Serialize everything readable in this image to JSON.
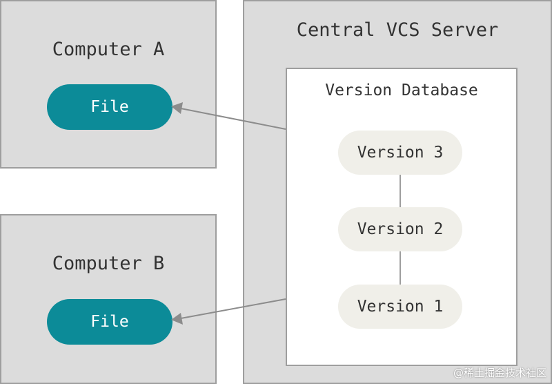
{
  "computer_a": {
    "title": "Computer A",
    "file_label": "File"
  },
  "computer_b": {
    "title": "Computer B",
    "file_label": "File"
  },
  "server": {
    "title": "Central VCS Server",
    "database": {
      "title": "Version Database",
      "versions": [
        "Version 3",
        "Version 2",
        "Version 1"
      ]
    }
  },
  "watermark": "@稀土掘金技术社区",
  "colors": {
    "panel_bg": "#dcdcdc",
    "panel_border": "#9e9e9e",
    "file_pill": "#0c8b98",
    "version_pill": "#f0efe9",
    "arrow": "#8c8c8c"
  }
}
